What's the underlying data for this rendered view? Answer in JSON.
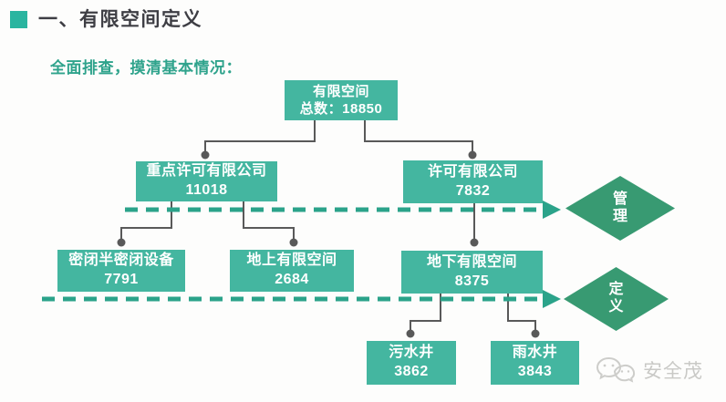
{
  "header": {
    "title": "一、有限空间定义"
  },
  "subtitle": "全面排查，摸清基本情况：",
  "tree": {
    "root": {
      "label": "有限空间",
      "value": "总数：18850"
    },
    "level2": [
      {
        "label": "重点许可有限公司",
        "value": "11018"
      },
      {
        "label": "许可有限公司",
        "value": "7832"
      }
    ],
    "level3": [
      {
        "label": "密闭半密闭设备",
        "value": "7791"
      },
      {
        "label": "地上有限空间",
        "value": "2684"
      },
      {
        "label": "地下有限空间",
        "value": "8375"
      }
    ],
    "level4": [
      {
        "label": "污水井",
        "value": "3862"
      },
      {
        "label": "雨水井",
        "value": "3843"
      }
    ]
  },
  "diamonds": [
    {
      "label": "管理"
    },
    {
      "label": "定义"
    }
  ],
  "watermark": {
    "label": "安全茂",
    "icon": "wechat-icon"
  },
  "colors": {
    "box": "#44b6a0",
    "diamond": "#389a72",
    "dashed_arrow": "#2ba38a",
    "connector": "#595959",
    "accent_text": "#2fa38c",
    "title_text": "#3e3e44",
    "bullet": "#2ab5a0",
    "watermark_text": "#c9c9c6"
  }
}
